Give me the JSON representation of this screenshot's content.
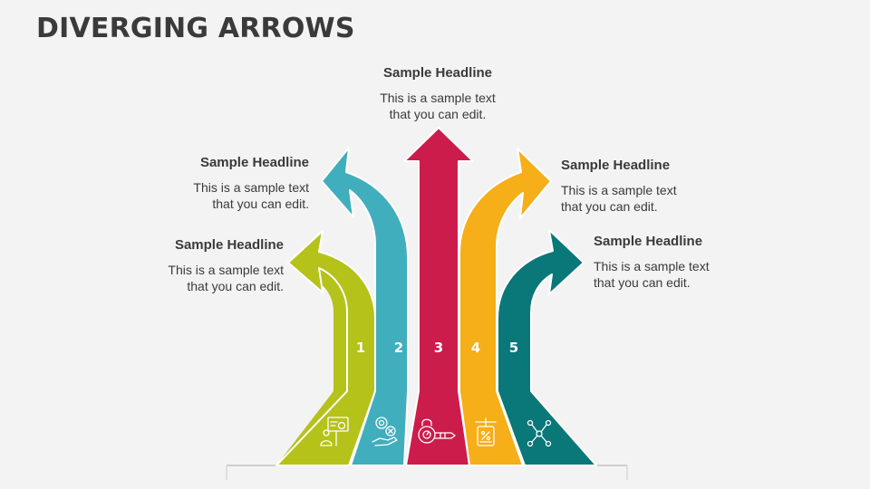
{
  "title": "DIVERGING ARROWS",
  "arrows": [
    {
      "number": "1",
      "color": "#b5c21a",
      "icon": "presentation-analyst-icon",
      "headline": "Sample Headline",
      "text_line1": "This is a sample text",
      "text_line2": "that you can edit."
    },
    {
      "number": "2",
      "color": "#41aebd",
      "icon": "money-gear-hand-icon",
      "headline": "Sample Headline",
      "text_line1": "This is a sample text",
      "text_line2": "that you can edit."
    },
    {
      "number": "3",
      "color": "#cc1c4b",
      "icon": "key-lock-icon",
      "headline": "Sample Headline",
      "text_line1": "This is a sample text",
      "text_line2": "that you can edit."
    },
    {
      "number": "4",
      "color": "#f6ae19",
      "icon": "discount-tag-icon",
      "headline": "Sample Headline",
      "text_line1": "This is a sample text",
      "text_line2": "that you can edit."
    },
    {
      "number": "5",
      "color": "#0a7778",
      "icon": "network-people-icon",
      "headline": "Sample Headline",
      "text_line1": "This is a sample text",
      "text_line2": "that you can edit."
    }
  ]
}
